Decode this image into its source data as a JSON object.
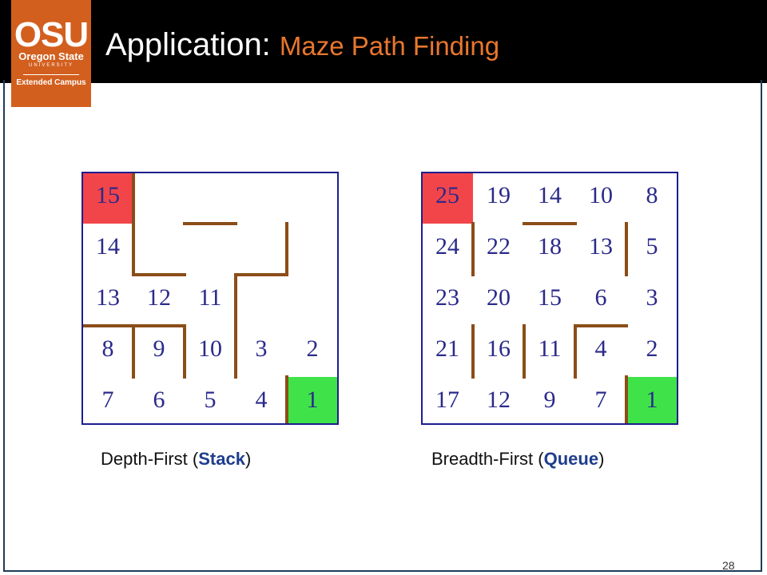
{
  "header": {
    "title_main": "Application:",
    "title_sub": "Maze Path Finding"
  },
  "logo": {
    "abbr": "OSU",
    "line1": "Oregon State",
    "line2": "UNIVERSITY",
    "line3": "Extended Campus"
  },
  "colors": {
    "start_cell": "#f2454a",
    "goal_cell": "#3fe349",
    "wall": "#8b4d18",
    "number": "#2b2a8a",
    "accent": "#e8772e"
  },
  "mazes": {
    "dfs": {
      "caption_pre": "Depth-First (",
      "caption_bold": "Stack",
      "caption_post": ")",
      "cells": [
        [
          "15",
          "",
          "",
          "",
          ""
        ],
        [
          "14",
          "",
          "",
          "",
          ""
        ],
        [
          "13",
          "12",
          "11",
          "",
          ""
        ],
        [
          "8",
          "9",
          "10",
          "3",
          "2"
        ],
        [
          "7",
          "6",
          "5",
          "4",
          "1"
        ]
      ]
    },
    "bfs": {
      "caption_pre": "Breadth-First (",
      "caption_bold": "Queue",
      "caption_post": ")",
      "cells": [
        [
          "25",
          "19",
          "14",
          "10",
          "8"
        ],
        [
          "24",
          "22",
          "18",
          "13",
          "5"
        ],
        [
          "23",
          "20",
          "15",
          "6",
          "3"
        ],
        [
          "21",
          "16",
          "11",
          "4",
          "2"
        ],
        [
          "17",
          "12",
          "9",
          "7",
          "1"
        ]
      ]
    }
  },
  "page_number": "28"
}
